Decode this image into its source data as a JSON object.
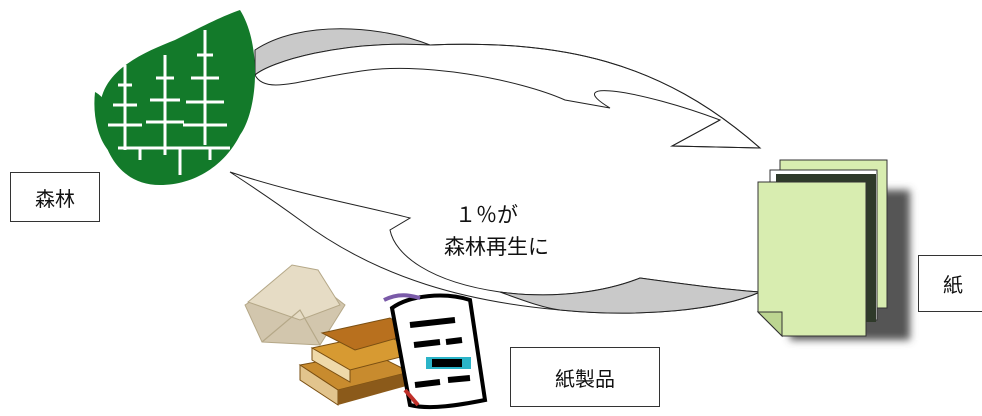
{
  "labels": {
    "forest": "森林",
    "paper": "紙",
    "paper_products": "紙製品"
  },
  "center_text": {
    "line1": "１％が",
    "line2": "森林再生に"
  },
  "icons": {
    "forest": "forest-icon",
    "paper": "paper-stack-icon",
    "envelope": "envelope-icon",
    "books": "books-icon",
    "document": "document-icon"
  },
  "colors": {
    "forest_green": "#137a2a",
    "arrow_fill": "#c9c9c9",
    "paper_fill": "#d8edb0",
    "paper_shadow": "#555555"
  }
}
